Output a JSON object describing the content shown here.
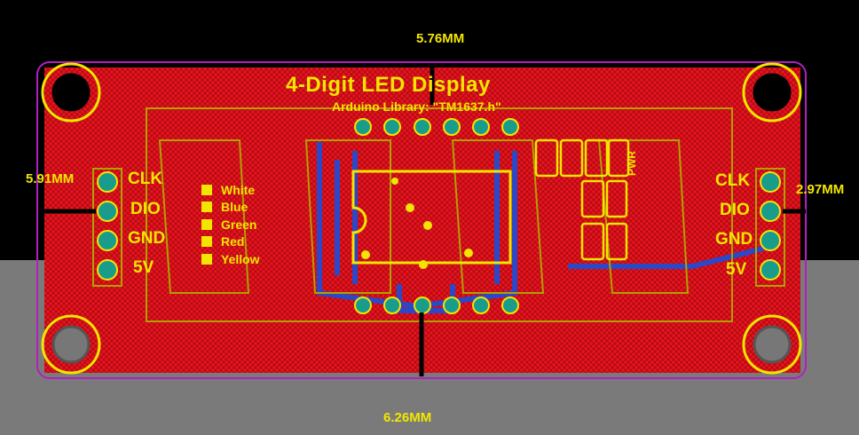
{
  "dimensions": {
    "top": "5.76MM",
    "left": "5.91MM",
    "right": "2.97MM",
    "bottom": "6.26MM"
  },
  "board": {
    "title": "4-Digit LED Display",
    "subtitle": "Arduino Library: \"TM1637.h\"",
    "pwr_label": "PWR"
  },
  "left_header": {
    "pins": [
      "CLK",
      "DIO",
      "GND",
      "5V"
    ]
  },
  "right_header": {
    "pins": [
      "CLK",
      "DIO",
      "GND",
      "5V"
    ]
  },
  "color_legend": [
    "White",
    "Blue",
    "Green",
    "Red",
    "Yellow"
  ],
  "colors": {
    "copper": "#e8141e",
    "silkscreen": "#f2e600",
    "outline": "#b020c0",
    "pad": "#1a9c8c",
    "bottom_trace": "#2a48c8"
  }
}
